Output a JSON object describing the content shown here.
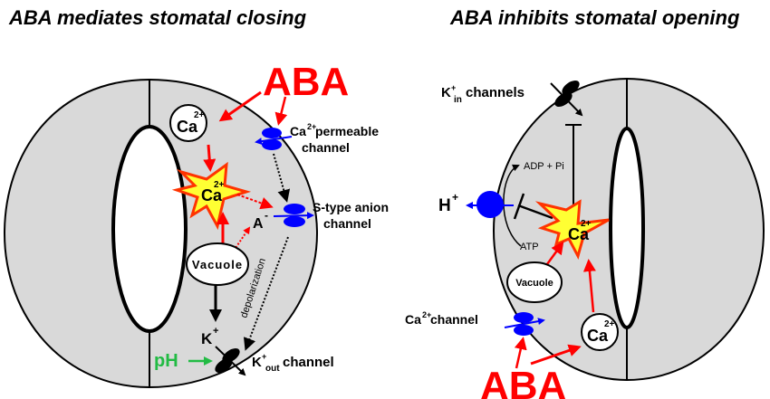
{
  "left_panel": {
    "title": "ABA mediates stomatal closing",
    "aba_label": "ABA",
    "ca_store": {
      "base": "Ca",
      "sup": "2+"
    },
    "ca_burst": {
      "base": "Ca",
      "sup": "2+"
    },
    "ca_channel": {
      "base": "Ca",
      "sup": "2+",
      "line1_rest": " permeable",
      "line2": "channel"
    },
    "anion_channel": {
      "line1": "S-type anion",
      "line2": "channel"
    },
    "anion": {
      "base": "A",
      "sup": "-"
    },
    "vacuole": "Vacuole",
    "depolarization": "depolarization",
    "k_ion": {
      "base": "K",
      "sup": "+"
    },
    "ph": "pH",
    "k_out_channel": {
      "base": "K",
      "sup": "+",
      "sub": "out",
      "rest": " channel"
    }
  },
  "right_panel": {
    "title": "ABA inhibits stomatal opening",
    "aba_label": "ABA",
    "k_in_channels": {
      "base": "K",
      "sup": "+",
      "sub": "in",
      "rest": " channels"
    },
    "adp": "ADP + Pi",
    "atp": "ATP",
    "h_ion": {
      "base": "H",
      "sup": "+"
    },
    "ca_burst": {
      "base": "Ca",
      "sup": "2+"
    },
    "vacuole": "Vacuole",
    "ca_channel": {
      "base": "Ca",
      "sup": "2+",
      "rest": " channel"
    },
    "ca_store": {
      "base": "Ca",
      "sup": "2+"
    }
  },
  "colors": {
    "cell_fill": "#d9d9d9",
    "aba_red": "#ff0000",
    "channel_blue": "#0000ff",
    "burst_yellow": "#ffff33",
    "ph_green": "#22bb44"
  }
}
